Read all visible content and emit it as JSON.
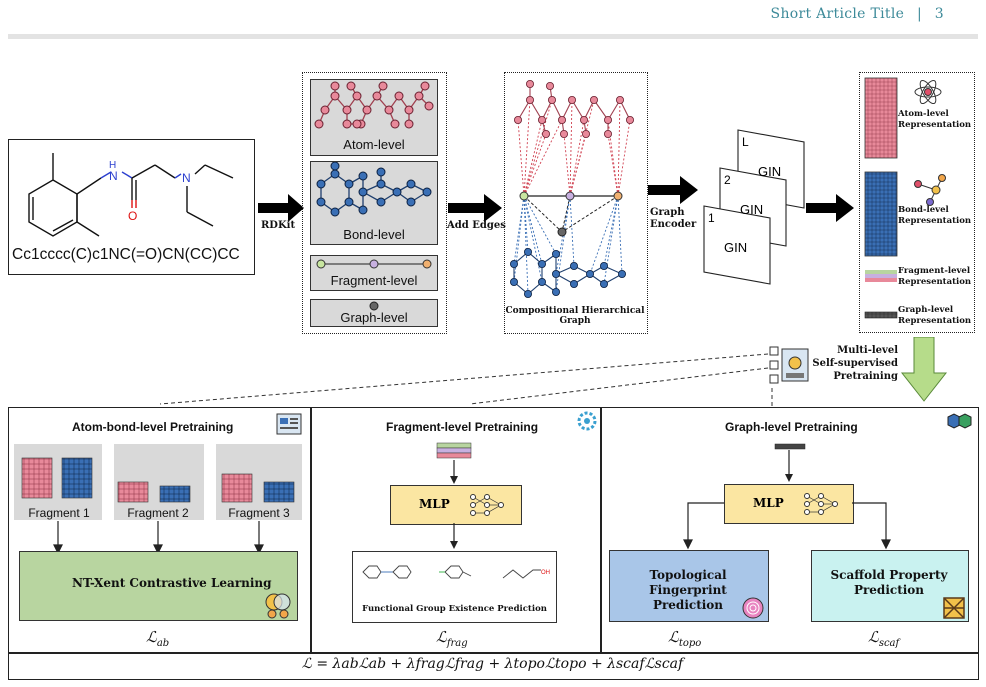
{
  "header": {
    "title": "Short Article Title",
    "separator": "|",
    "page": "3"
  },
  "molecule": {
    "smiles": "Cc1cccc(C)c1NC(=O)CN(CC)CC",
    "atom_n1": "N",
    "atom_h": "H",
    "atom_n2": "N",
    "atom_o": "O"
  },
  "arrows": {
    "rdkit": "RDKit",
    "add_edges": "Add Edges",
    "graph_encoder_1": "Graph",
    "graph_encoder_2": "Encoder"
  },
  "levels": {
    "atom": "Atom-level",
    "bond": "Bond-level",
    "fragment": "Fragment-level",
    "graph": "Graph-level"
  },
  "hier": {
    "caption_1": "Compositional Hierarchical",
    "caption_2": "Graph"
  },
  "gin": {
    "layer_L": "L",
    "layer_2": "2",
    "layer_1": "1",
    "label": "GIN"
  },
  "representations": {
    "atom_1": "Atom-level",
    "atom_2": "Representation",
    "bond_1": "Bond-level",
    "bond_2": "Representation",
    "frag_1": "Fragment-level",
    "frag_2": "Representation",
    "graph_1": "Graph-level",
    "graph_2": "Representation"
  },
  "multilevel": {
    "line1": "Multi-level",
    "line2": "Self-supervised",
    "line3": "Pretraining"
  },
  "panels": {
    "atom_bond": {
      "title": "Atom-bond-level Pretraining",
      "fragments": [
        "Fragment 1",
        "Fragment 2",
        "Fragment 3"
      ],
      "task": "NT-Xent Contrastive Learning",
      "loss_base": "ℒ",
      "loss_sub": "ab"
    },
    "fragment": {
      "title": "Fragment-level Pretraining",
      "mlp": "MLP",
      "task": "Functional Group Existence Prediction",
      "oh_label": "OH",
      "loss_base": "ℒ",
      "loss_sub": "frag"
    },
    "graph": {
      "title": "Graph-level Pretraining",
      "mlp": "MLP",
      "task_topo_1": "Topological Fingerprint",
      "task_topo_2": "Prediction",
      "task_scaf_1": "Scaffold Property",
      "task_scaf_2": "Prediction",
      "loss_topo_base": "ℒ",
      "loss_topo_sub": "topo",
      "loss_scaf_base": "ℒ",
      "loss_scaf_sub": "scaf"
    }
  },
  "total_loss": "ℒ = λabℒab + λfragℒfrag + λtopoℒtopo + λscafℒscaf",
  "colors": {
    "atom": "#e8899a",
    "bond": "#3a6fb5",
    "mlp": "#fbe6a2",
    "nt_xent": "#b8d5a0",
    "topo": "#a9c6e8",
    "scaf": "#c9f2f0",
    "header": "#3d8a99",
    "arrow_green": "#b6dc8a"
  }
}
